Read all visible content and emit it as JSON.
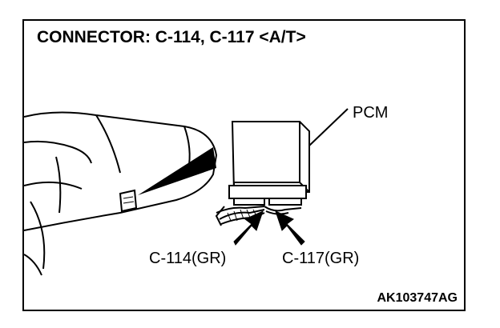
{
  "title": "CONNECTOR: C-114, C-117 <A/T>",
  "labels": {
    "pcm": "PCM",
    "connector_left": "C-114(GR)",
    "connector_right": "C-117(GR)"
  },
  "figure_code": "AK103747AG",
  "colors": {
    "line": "#000000",
    "background": "#ffffff"
  }
}
